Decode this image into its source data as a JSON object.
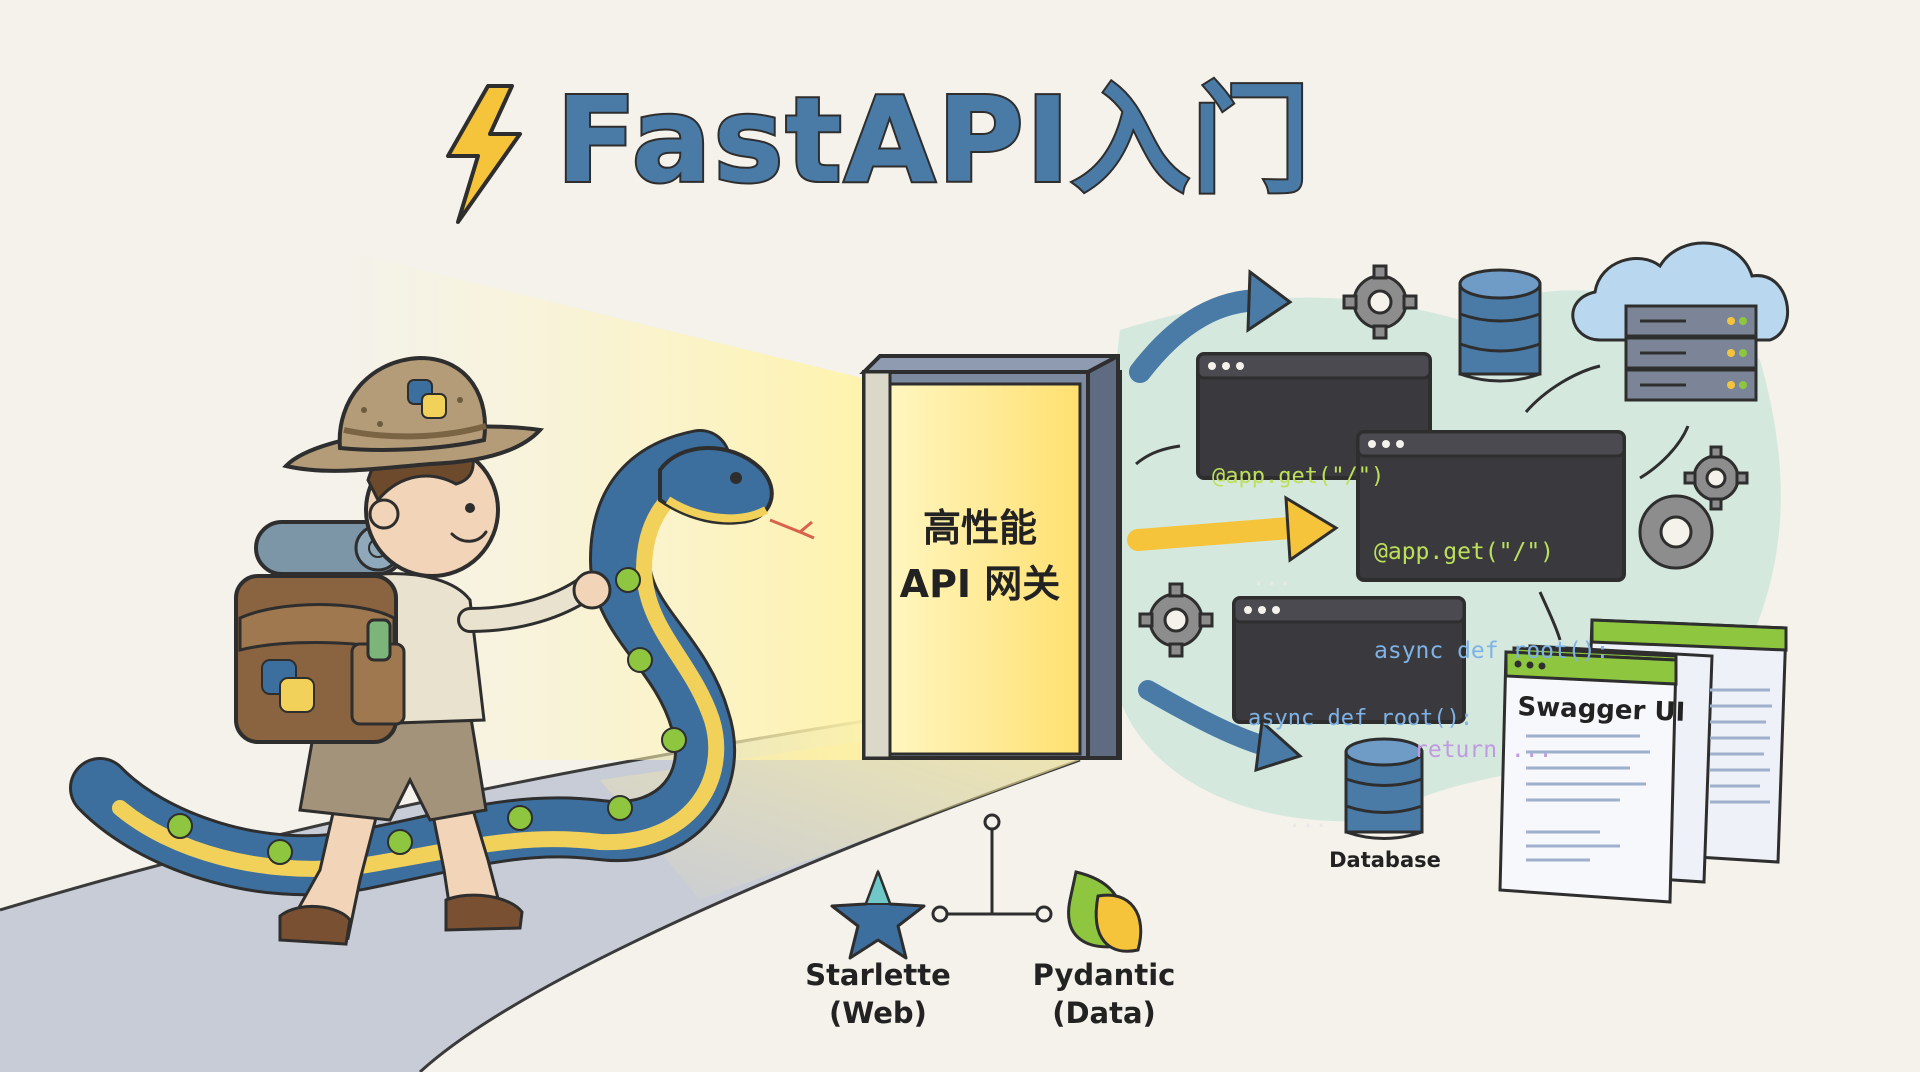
{
  "title": "FastAPI入门",
  "gateway": {
    "line1": "高性能",
    "line2": "API 网关"
  },
  "code_windows": [
    {
      "lines": [
        "@app.get(\"/\")",
        "..."
      ]
    },
    {
      "lines": [
        "@app.get(\"/\")",
        "async def root():",
        "return ..."
      ]
    },
    {
      "lines": [
        "async def root():",
        "..."
      ]
    }
  ],
  "database_label": "Database",
  "swagger_label": "Swagger UI",
  "dependencies": [
    {
      "name": "Starlette",
      "role": "(Web)"
    },
    {
      "name": "Pydantic",
      "role": "(Data)"
    }
  ],
  "colors": {
    "title_blue": "#4a7aa6",
    "python_blue": "#3d6f9e",
    "python_yellow": "#f2d15a",
    "accent_green": "#8ec63f",
    "code_bg": "#3a3a3e",
    "code_green": "#bde05a",
    "code_blue": "#7fb3e6",
    "code_purple": "#c19be0"
  }
}
